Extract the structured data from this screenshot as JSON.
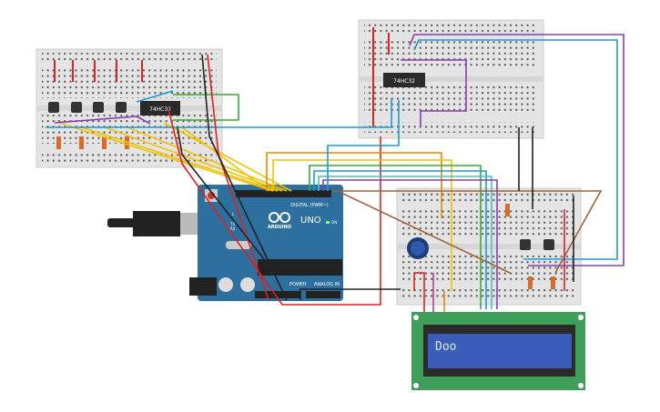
{
  "chips": [
    {
      "label": "74HC32"
    },
    {
      "label": "74HC32"
    }
  ],
  "arduino": {
    "brand": "ARDUINO",
    "model": "UNO",
    "digital_label": "DIGITAL (PWM~)",
    "power_label": "POWER",
    "analog_label": "ANALOG IN",
    "on_label": "ON",
    "tx_label": "TX",
    "rx_label": "RX",
    "l_label": "L"
  },
  "lcd": {
    "text": "Doo"
  },
  "colors": {
    "breadboard": "#e6e6e6",
    "arduino": "#2d6f9f",
    "lcd_board": "#3f9f5a",
    "lcd_screen": "#3b5cb8"
  }
}
